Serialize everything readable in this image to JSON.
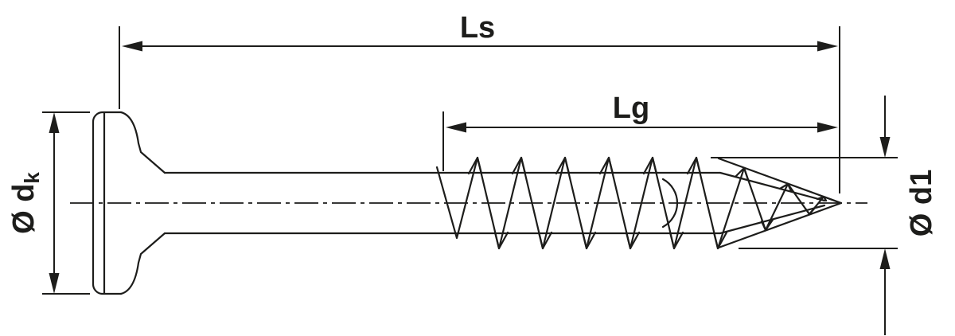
{
  "diagram": {
    "type": "technical-drawing",
    "subject": "washer-head wood screw, side view with dimension annotations",
    "labels": {
      "total_length": "Ls",
      "thread_length": "Lg",
      "head_diameter_prefix": "Ø d",
      "head_diameter_subscript": "k",
      "core_diameter": "Ø d1"
    },
    "colors": {
      "line": "#1d1d1b",
      "text": "#1d1d1b",
      "background": "#ffffff"
    }
  }
}
